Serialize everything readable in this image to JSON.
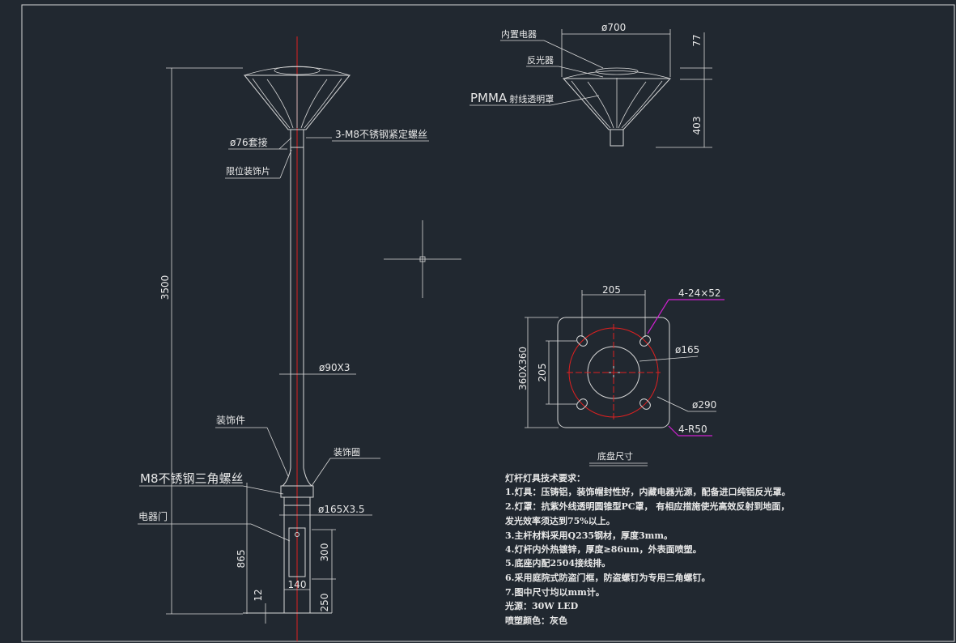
{
  "pole": {
    "height": "3500",
    "lamp_flange_label": "ø76套接",
    "lamp_screw_label": "3-M8不锈钢紧定螺丝",
    "limit_piece_label": "限位装饰片",
    "shaft_label": "ø90X3",
    "decor_piece_label": "装饰件",
    "decor_ring_label": "装饰圈",
    "triangle_screw_label": "M8不锈钢三角螺丝",
    "base_tube_label": "ø165X3.5",
    "electric_door_label": "电器门",
    "dim_865": "865",
    "dim_12": "12",
    "dim_140": "140",
    "dim_300": "300",
    "dim_250": "250"
  },
  "lamp_detail": {
    "internal_electric_label": "内置电器",
    "reflector_label": "反光器",
    "pmma_label": "PMMA",
    "pmma_label_suffix": "射线透明罩",
    "width_dim": "ø700",
    "dim_77": "77",
    "dim_403": "403"
  },
  "base_plate": {
    "bolt_hole_label": "4-24×52",
    "hole_spacing_h": "205",
    "hole_spacing_v": "205",
    "plate_size": "360X360",
    "inner_circle": "ø165",
    "outer_circle": "ø290",
    "corner_radius_label": "4-R50",
    "caption": "底盘尺寸"
  },
  "notes": {
    "title": "灯杆灯具技术要求：",
    "lines": [
      "1.灯具：压铸铝，装饰帽封性好，内藏电器光源，配备进口纯铝反光罩。",
      "2.灯罩：抗紫外线透明圆锥型PC罩，  有相应措施使光高效反射到地面，",
      "发光效率须达到75%以上。",
      "3.主杆材料采用Q235钢材，厚度3mm。",
      "4.灯杆内外热镀锌，厚度≥86um，外表面喷塑。",
      "5.底座内配2504接线排。",
      "6.采用庭院式防盗门框，防盗螺钉为专用三角螺钉。",
      "7.图中尺寸均以mm计。",
      "光源：30W LED",
      "喷塑颜色：灰色"
    ]
  },
  "colors": {
    "background": "#212830",
    "line": "#d8d8d8",
    "centerline": "#e02020",
    "leader": "#d020d0"
  }
}
